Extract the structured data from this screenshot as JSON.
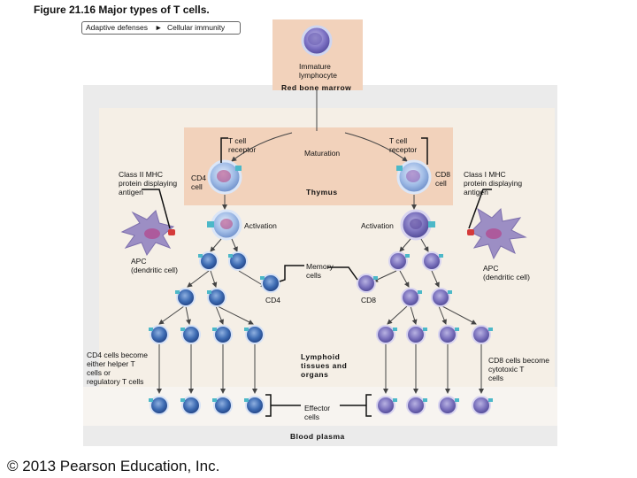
{
  "figure_title": "Figure 21.16  Major types of T cells.",
  "breadcrumb": {
    "first": "Adaptive defenses",
    "second": "Cellular immunity"
  },
  "labels": {
    "immature_lymphocyte": [
      "Immature",
      "lymphocyte"
    ],
    "red_bone_marrow": "Red bone marrow",
    "t_cell_receptor": [
      "T cell",
      "receptor"
    ],
    "maturation": "Maturation",
    "class_ii_mhc": [
      "Class II MHC",
      "protein displaying",
      "antigen"
    ],
    "cd4_cell": [
      "CD4",
      "cell"
    ],
    "cd8_cell": [
      "CD8",
      "cell"
    ],
    "class_i_mhc": [
      "Class I MHC",
      "protein displaying",
      "antigen"
    ],
    "thymus": "Thymus",
    "activation": "Activation",
    "apc": [
      "APC",
      "(dendritic cell)"
    ],
    "memory_cells": [
      "Memory",
      "cells"
    ],
    "cd4": "CD4",
    "cd8": "CD8",
    "cd4_become": [
      "CD4 cells become",
      "either helper T",
      "cells or",
      "regulatory T cells"
    ],
    "lymphoid": [
      "Lymphoid",
      "tissues and",
      "organs"
    ],
    "cd8_become": [
      "CD8 cells become",
      "cytotoxic T",
      "cells"
    ],
    "effector_cells": [
      "Effector",
      "cells"
    ],
    "blood_plasma": "Blood plasma"
  },
  "colors": {
    "panel_outer": "#ebebeb",
    "panel_mid": "#f4ede3",
    "thymus": "#f2d2bb",
    "marrow": "#f2d2bb",
    "cd4_cell": "#3f6db4",
    "cd8_cell": "#7c73be",
    "receptor": "#4cb8c8",
    "apc": "#9c8ec4",
    "mhc": "#d43a3a"
  },
  "copyright": "© 2013 Pearson Education, Inc."
}
